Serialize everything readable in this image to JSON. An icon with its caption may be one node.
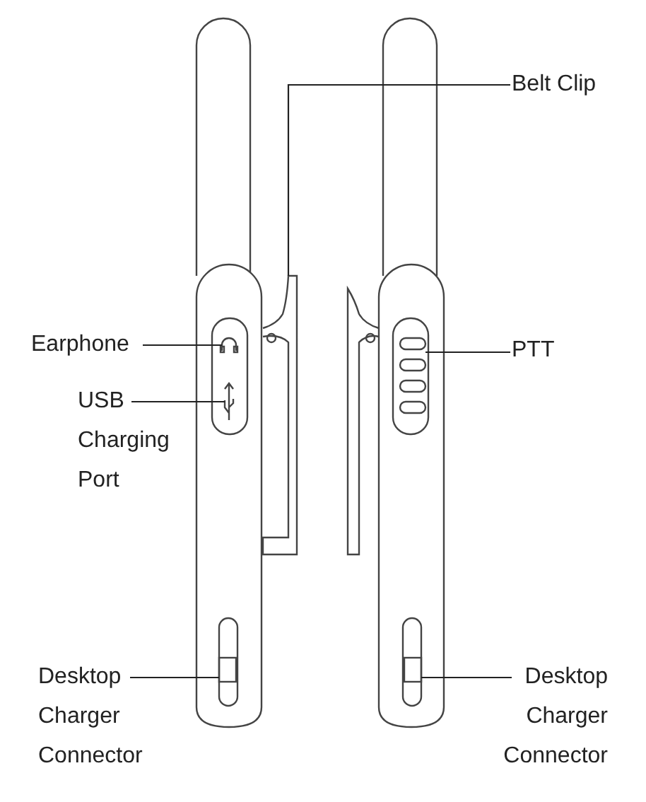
{
  "diagram": {
    "nodes": [
      {
        "text": [
          "Belt Clip"
        ]
      },
      {
        "text": [],
        "shape": "bar"
      },
      {
        "text": [
          "Earphone"
        ]
      },
      {
        "text": [],
        "shape": "icon"
      },
      {
        "text": [
          "USB Charging Port"
        ]
      },
      {
        "text": [],
        "shape": "icon"
      },
      {
        "text": [
          "PTT"
        ]
      },
      {
        "text": [],
        "shape": "box"
      },
      {
        "text": [
          "Desktop Charger Connector"
        ]
      },
      {
        "text": [],
        "shape": "box"
      },
      {
        "text": [
          "Desktop Charger Connector"
        ]
      },
      {
        "text": [],
        "shape": "box"
      }
    ],
    "edges": [
      {
        "from": 0,
        "to": 1,
        "arrow": "none"
      },
      {
        "from": 2,
        "to": 3,
        "arrow": "none"
      },
      {
        "from": 4,
        "to": 5,
        "arrow": "none"
      },
      {
        "from": 6,
        "to": 7,
        "arrow": "none"
      },
      {
        "from": 8,
        "to": 9,
        "arrow": "none"
      },
      {
        "from": 10,
        "to": 11,
        "arrow": "none"
      }
    ]
  }
}
